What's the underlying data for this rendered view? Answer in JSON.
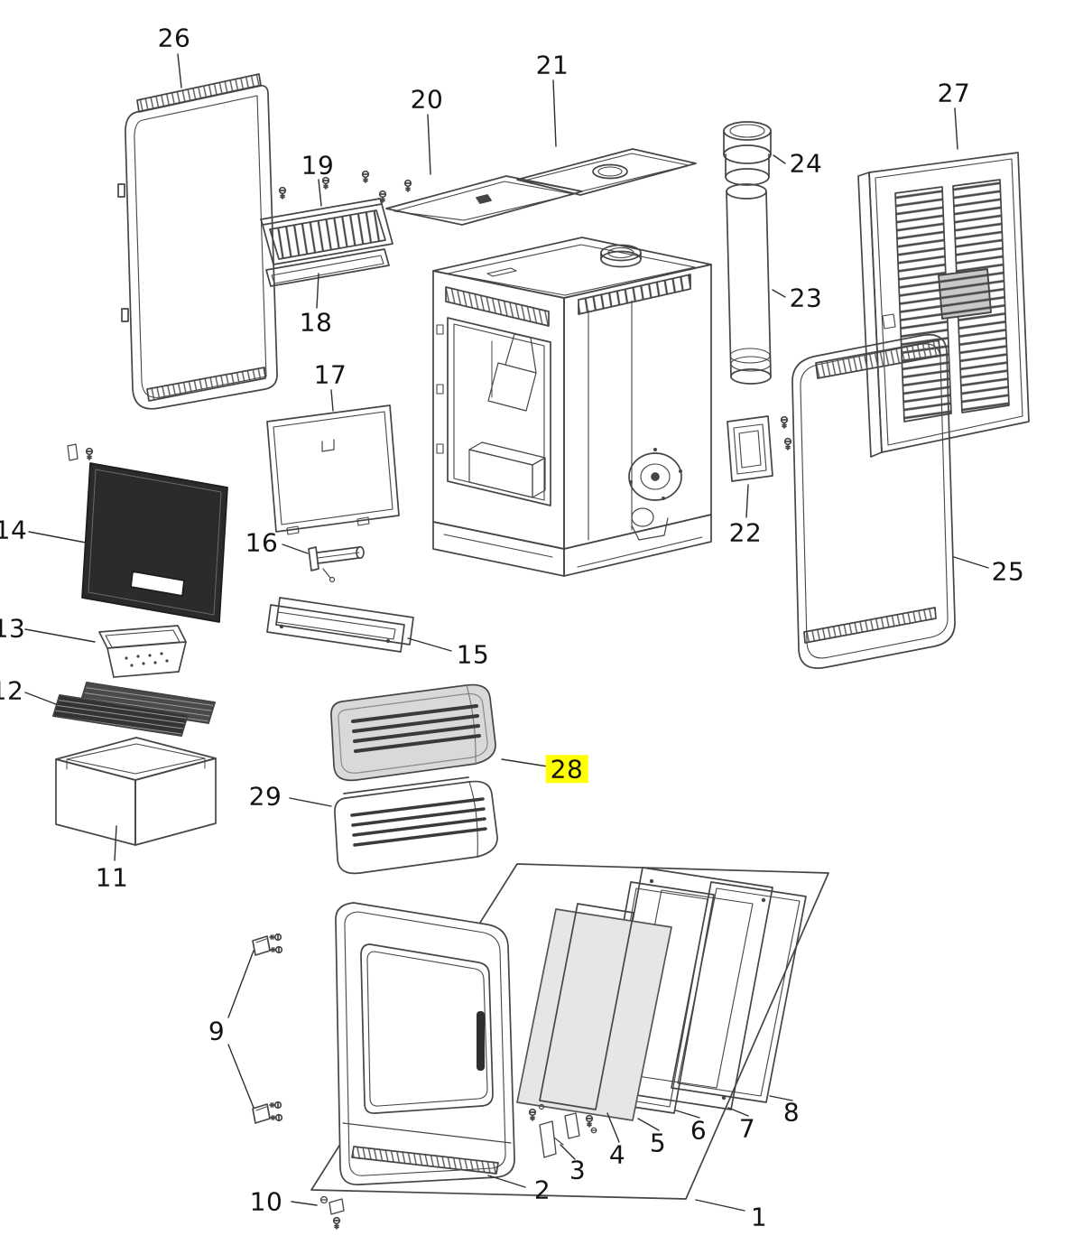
{
  "diagram": {
    "description": "Exploded parts diagram of a pellet stove with numbered callouts",
    "highlighted_part": "28",
    "colors": {
      "highlight": "#ffff00",
      "line": "#454545",
      "dark_panel": "#2b2b2b",
      "glass_shade": "#e6e6e6"
    },
    "parts": [
      {
        "num": "1"
      },
      {
        "num": "2"
      },
      {
        "num": "3"
      },
      {
        "num": "4"
      },
      {
        "num": "5"
      },
      {
        "num": "6"
      },
      {
        "num": "7"
      },
      {
        "num": "8"
      },
      {
        "num": "9"
      },
      {
        "num": "10"
      },
      {
        "num": "11"
      },
      {
        "num": "12"
      },
      {
        "num": "13"
      },
      {
        "num": "14"
      },
      {
        "num": "15"
      },
      {
        "num": "16"
      },
      {
        "num": "17"
      },
      {
        "num": "18"
      },
      {
        "num": "19"
      },
      {
        "num": "20"
      },
      {
        "num": "21"
      },
      {
        "num": "22"
      },
      {
        "num": "23"
      },
      {
        "num": "24"
      },
      {
        "num": "25"
      },
      {
        "num": "26"
      },
      {
        "num": "27"
      },
      {
        "num": "28"
      },
      {
        "num": "29"
      }
    ]
  }
}
